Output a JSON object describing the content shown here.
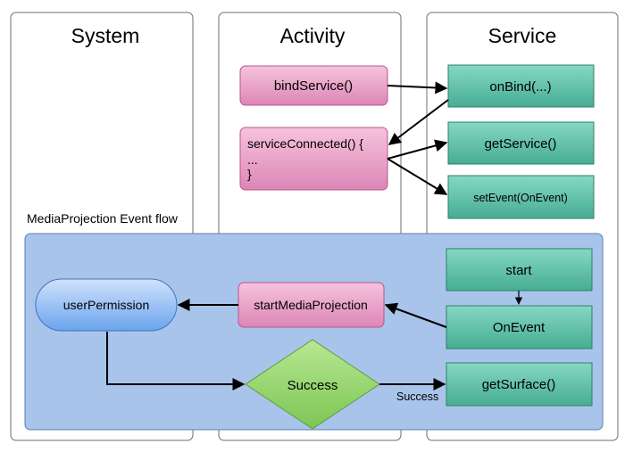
{
  "columns": {
    "system": "System",
    "activity": "Activity",
    "service": "Service"
  },
  "nodes": {
    "bind_service": "bindService()",
    "on_bind": "onBind(...)",
    "service_connected": [
      "serviceConnected() {",
      "...",
      "}"
    ],
    "get_service": "getService()",
    "set_event": "setEvent(OnEvent)",
    "start": "start",
    "on_event": "OnEvent",
    "start_media_projection": "startMediaProjection",
    "user_permission": "userPermission",
    "success": "Success",
    "get_surface": "getSurface()"
  },
  "section_label": "MediaProjection Event flow",
  "edge_labels": {
    "success": "Success"
  },
  "colors": {
    "activity_fill": "#e392bd",
    "activity_stroke": "#b9548b",
    "service_fill": "#4fb39b",
    "service_stroke": "#2f7f6b",
    "decision_fill": "#8fcf63",
    "decision_stroke": "#5e9a3a",
    "flow_bg": "#a9c4ea",
    "flow_stroke": "#5a7fb0",
    "terminal_fill": "#6aa3ef",
    "terminal_stroke": "#3f73c0",
    "lane_stroke": "#6d6d6d"
  }
}
